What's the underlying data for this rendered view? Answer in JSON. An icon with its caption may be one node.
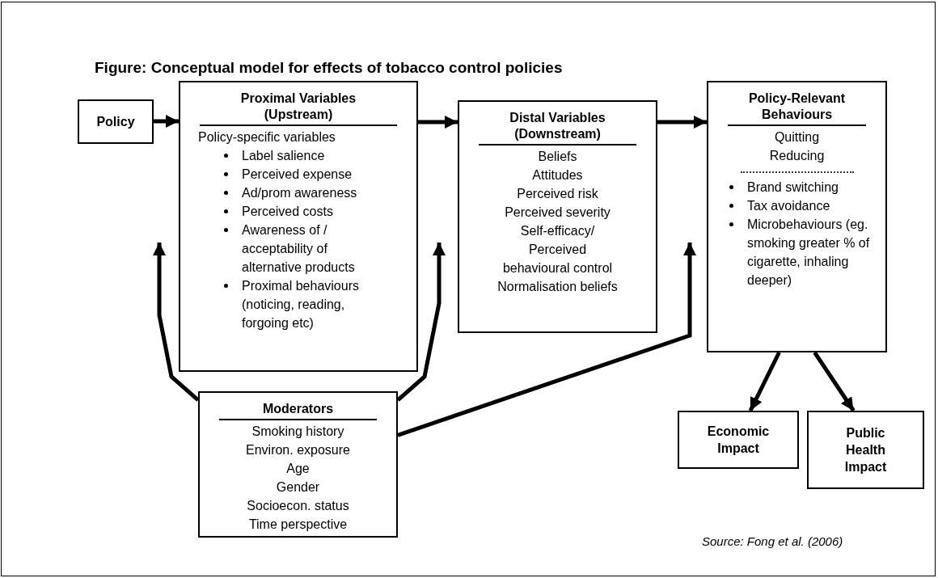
{
  "diagram": {
    "title": "Figure: Conceptual model for effects of tobacco control policies",
    "nodes": [
      {
        "text": [
          "Policy"
        ]
      },
      {
        "text": [
          "Proximal Variables (Upstream)",
          "Policy-specific variables",
          "Label salience",
          "Perceived expense",
          "Ad/prom awareness",
          "Perceived costs",
          "Awareness of / acceptability of alternative products",
          "Proximal behaviours (noticing, reading, forgoing etc)"
        ]
      },
      {
        "text": [
          "Distal Variables (Downstream)",
          "Beliefs",
          "Attitudes",
          "Perceived risk",
          "Perceived severity",
          "Self-efficacy/ Perceived behavioural control",
          "Normalisation beliefs"
        ]
      },
      {
        "text": [
          "Policy-Relevant Behaviours",
          "Quitting",
          "Reducing",
          "Brand switching",
          "Tax avoidance",
          "Microbehaviours (eg. smoking greater % of cigarette, inhaling deeper)"
        ]
      },
      {
        "text": [
          "Moderators",
          "Smoking history",
          "Environ. exposure",
          "Age",
          "Gender",
          "Socioecon. status",
          "Time perspective"
        ]
      },
      {
        "text": [
          "Economic Impact"
        ]
      },
      {
        "text": [
          "Public Health Impact"
        ]
      }
    ],
    "edges": [
      {
        "from": 0,
        "to": 1,
        "arrow": "to"
      },
      {
        "from": 1,
        "to": 2,
        "arrow": "to"
      },
      {
        "from": 2,
        "to": 3,
        "arrow": "to"
      },
      {
        "from": 4,
        "to": 1,
        "arrow": "to"
      },
      {
        "from": 4,
        "to": 2,
        "arrow": "to"
      },
      {
        "from": 4,
        "to": 3,
        "arrow": "to"
      },
      {
        "from": 3,
        "to": 5,
        "arrow": "to"
      },
      {
        "from": 3,
        "to": 6,
        "arrow": "to"
      }
    ],
    "labels": [
      "Source: Fong et al. (2006)"
    ]
  }
}
